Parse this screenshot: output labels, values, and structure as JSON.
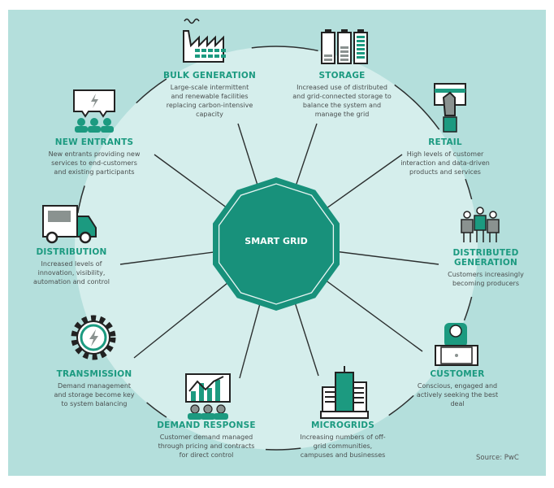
{
  "center": {
    "label": "SMART GRID"
  },
  "colors": {
    "accent": "#1c9a80",
    "hub": "#18917b",
    "background": "#b4dfdc",
    "inner_circle": "#d5eeec",
    "line": "#2b2f2f"
  },
  "items": [
    {
      "title": "BULK GENERATION",
      "desc": "Large-scale intermittent and renewable facilities replacing carbon-intensive capacity",
      "icon": "factory-icon"
    },
    {
      "title": "STORAGE",
      "desc": "Increased use of distributed and grid-connected storage to balance the system and manage the grid",
      "icon": "battery-icon"
    },
    {
      "title": "RETAIL",
      "desc": "High levels of customer interaction and data-driven products and services",
      "icon": "card-payment-icon"
    },
    {
      "title": "DISTRIBUTED GENERATION",
      "desc": "Customers increasingly becoming producers",
      "icon": "people-icon"
    },
    {
      "title": "CUSTOMER",
      "desc": "Conscious, engaged and actively seeking the best deal",
      "icon": "laptop-user-icon"
    },
    {
      "title": "MICROGRIDS",
      "desc": "Increasing numbers of off-grid communities, campuses and businesses",
      "icon": "buildings-icon"
    },
    {
      "title": "DEMAND RESPONSE",
      "desc": "Customer demand managed through pricing and contracts for direct control",
      "icon": "chart-audience-icon"
    },
    {
      "title": "TRANSMISSION",
      "desc": "Demand management and storage become key to system balancing",
      "icon": "gear-bolt-icon"
    },
    {
      "title": "DISTRIBUTION",
      "desc": "Increased levels of innovation, visibility, automation and control",
      "icon": "truck-icon"
    },
    {
      "title": "NEW ENTRANTS",
      "desc": "New entrants providing new services to end-customers and existing participants",
      "icon": "speech-bolt-icon"
    }
  ],
  "source": "Source: PwC"
}
